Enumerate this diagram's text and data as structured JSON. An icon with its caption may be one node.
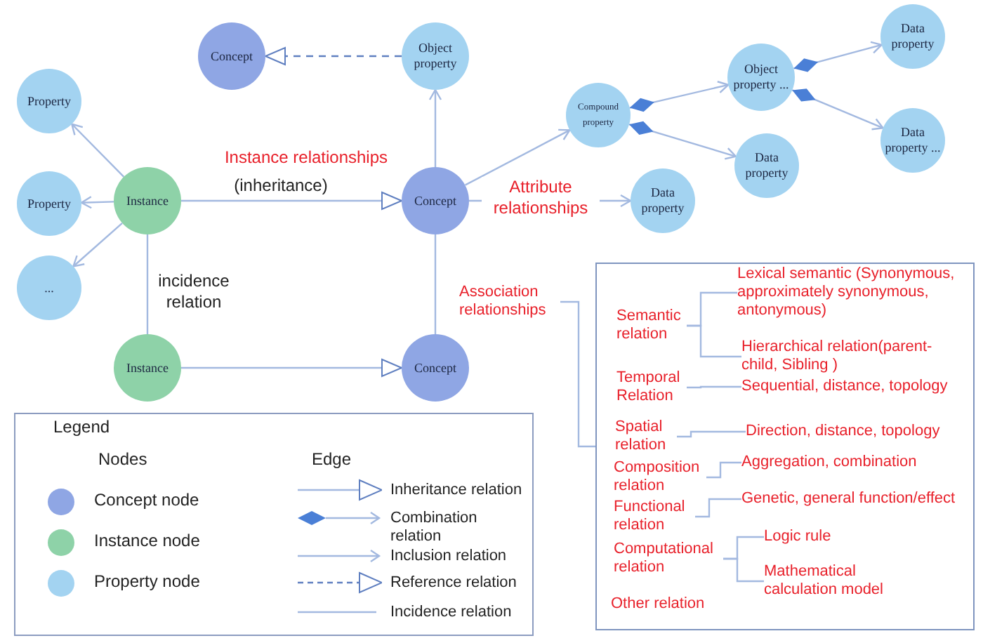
{
  "diagram": {
    "nodes": [
      {
        "text": [
          "Concept"
        ]
      },
      {
        "text": [
          "Object property"
        ]
      },
      {
        "text": [
          "Property"
        ]
      },
      {
        "text": [
          "Instance"
        ]
      },
      {
        "text": [
          "Concept"
        ]
      },
      {
        "text": [
          "Property"
        ]
      },
      {
        "text": [
          "..."
        ]
      },
      {
        "text": [
          "Compound property"
        ]
      },
      {
        "text": [
          "Object property ..."
        ]
      },
      {
        "text": [
          "Data property"
        ]
      },
      {
        "text": [
          "Data property"
        ]
      },
      {
        "text": [
          "Data property ..."
        ]
      },
      {
        "text": [
          "Data property"
        ]
      },
      {
        "text": [
          "Instance"
        ]
      },
      {
        "text": [
          "Concept"
        ]
      },
      {
        "text": [],
        "shape": "box"
      },
      {
        "text": [
          "Semantic relation"
        ],
        "in": 15
      },
      {
        "text": [
          "Lexical semantic (Synonymous, approximately synonymous, antonymous)"
        ],
        "in": 15
      },
      {
        "text": [
          "Hierarchical relation(parent-child, Sibling )"
        ],
        "in": 15
      },
      {
        "text": [
          "Temporal Relation"
        ],
        "in": 15
      },
      {
        "text": [
          "Sequential, distance, topology"
        ],
        "in": 15
      },
      {
        "text": [
          "Spatial relation"
        ],
        "in": 15
      },
      {
        "text": [
          "Direction, distance, topology"
        ],
        "in": 15
      },
      {
        "text": [
          "Composition relation"
        ],
        "in": 15
      },
      {
        "text": [
          "Aggregation, combination"
        ],
        "in": 15
      },
      {
        "text": [
          "Functional relation"
        ],
        "in": 15
      },
      {
        "text": [
          "Genetic, general function/effect"
        ],
        "in": 15
      },
      {
        "text": [
          "Computational relation"
        ],
        "in": 15
      },
      {
        "text": [
          "Logic rule"
        ],
        "in": 15
      },
      {
        "text": [
          "Mathematical calculation model"
        ],
        "in": 15
      },
      {
        "text": [
          "Other relation"
        ],
        "in": 15
      },
      {
        "text": [
          "Association relationships"
        ]
      }
    ],
    "edges": [
      {
        "from": 1,
        "to": 0,
        "arrow": "to",
        "style": "dashed"
      },
      {
        "from": 4,
        "to": 1,
        "arrow": "to"
      },
      {
        "from": 3,
        "to": 2,
        "arrow": "to"
      },
      {
        "from": 3,
        "to": 5,
        "arrow": "to"
      },
      {
        "from": 3,
        "to": 6,
        "arrow": "to"
      },
      {
        "from": 3,
        "to": 4,
        "arrow": "to",
        "label": "Instance relationships"
      },
      {
        "from": 4,
        "to": 7,
        "arrow": "to"
      },
      {
        "from": 7,
        "to": 8,
        "arrow": "to"
      },
      {
        "from": 7,
        "to": 10,
        "arrow": "to"
      },
      {
        "from": 8,
        "to": 9,
        "arrow": "to"
      },
      {
        "from": 8,
        "to": 11,
        "arrow": "to"
      },
      {
        "from": 4,
        "to": 12,
        "arrow": "to",
        "label": "Attribute relationships"
      },
      {
        "from": 3,
        "to": 13,
        "arrow": "none",
        "label": "incidence relation"
      },
      {
        "from": 4,
        "to": 14,
        "arrow": "none"
      },
      {
        "from": 13,
        "to": 14,
        "arrow": "to"
      },
      {
        "from": 31,
        "to": 15,
        "arrow": "none"
      },
      {
        "from": 16,
        "to": 17,
        "arrow": "none"
      },
      {
        "from": 16,
        "to": 18,
        "arrow": "none"
      },
      {
        "from": 19,
        "to": 20,
        "arrow": "none"
      },
      {
        "from": 21,
        "to": 22,
        "arrow": "none"
      },
      {
        "from": 23,
        "to": 24,
        "arrow": "none"
      },
      {
        "from": 25,
        "to": 26,
        "arrow": "none"
      },
      {
        "from": 27,
        "to": 28,
        "arrow": "none"
      },
      {
        "from": 27,
        "to": 29,
        "arrow": "none"
      }
    ],
    "labels": [
      "(inheritance)",
      "Legend",
      "Nodes",
      "Edge"
    ],
    "legend": [
      {
        "text": "Concept node",
        "color": "#8fa6e4"
      },
      {
        "text": "Instance node",
        "color": "#8ed2a8"
      },
      {
        "text": "Property node",
        "color": "#a3d3f1"
      },
      {
        "text": "Inheritance relation"
      },
      {
        "text": "Combination relation"
      },
      {
        "text": "Inclusion relation"
      },
      {
        "text": "Reference relation"
      },
      {
        "text": "Incidence relation"
      }
    ]
  }
}
